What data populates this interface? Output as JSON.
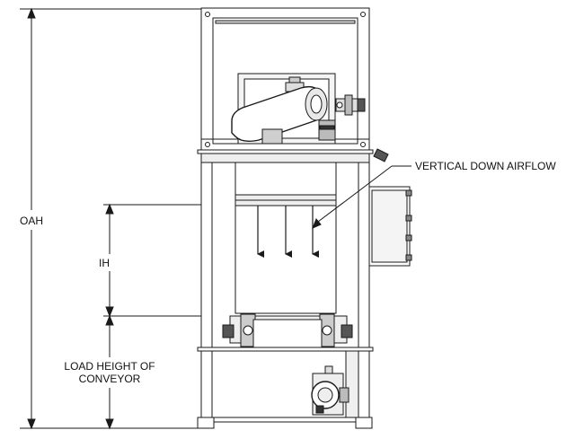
{
  "labels": {
    "oah": "OAH",
    "ih": "IH",
    "vertical_down_airflow": "VERTICAL DOWN AIRFLOW",
    "load_height_line1": "LOAD HEIGHT OF",
    "load_height_line2": "CONVEYOR"
  },
  "colors": {
    "line": "#1a1a1a",
    "panel": "#f2f2f2",
    "shadow": "#cfcfcf",
    "dark": "#2a2a2a"
  }
}
